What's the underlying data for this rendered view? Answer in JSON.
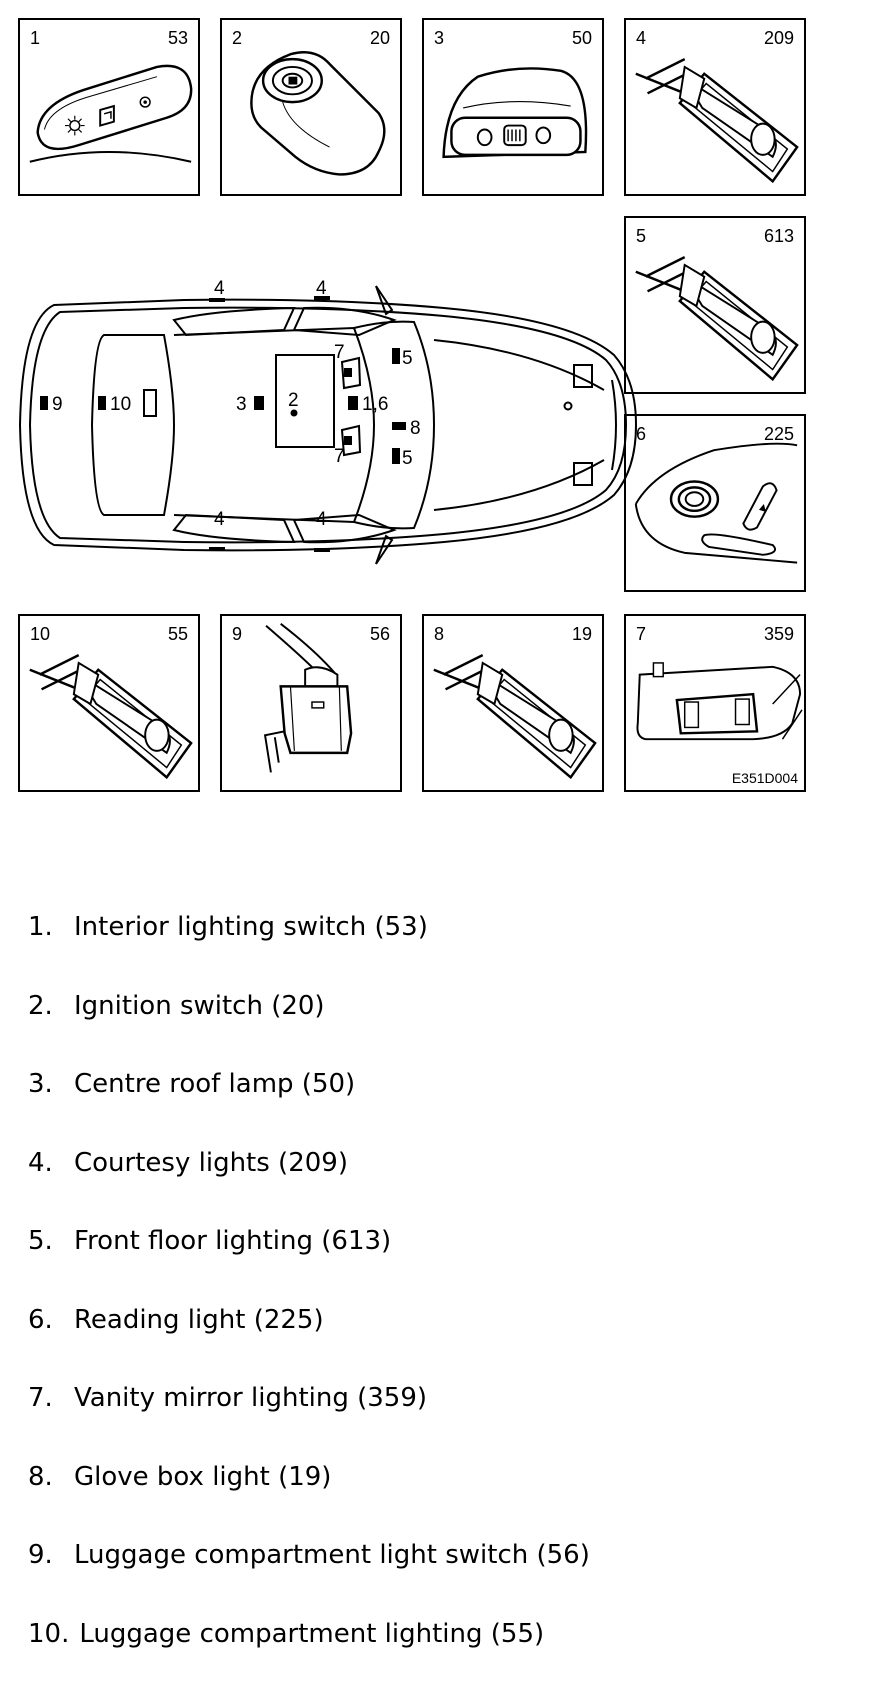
{
  "panels": [
    {
      "id": "p1",
      "num": "1",
      "code": "53"
    },
    {
      "id": "p2",
      "num": "2",
      "code": "20"
    },
    {
      "id": "p3",
      "num": "3",
      "code": "50"
    },
    {
      "id": "p4",
      "num": "4",
      "code": "209"
    },
    {
      "id": "p5",
      "num": "5",
      "code": "613"
    },
    {
      "id": "p6",
      "num": "6",
      "code": "225"
    },
    {
      "id": "p10",
      "num": "10",
      "code": "55"
    },
    {
      "id": "p9",
      "num": "9",
      "code": "56"
    },
    {
      "id": "p8",
      "num": "8",
      "code": "19"
    },
    {
      "id": "p7",
      "num": "7",
      "code": "359"
    }
  ],
  "figure_ref": "E351D004",
  "car_labels": {
    "l4a": "4",
    "l4b": "4",
    "l4c": "4",
    "l4d": "4",
    "l9": "9",
    "l10": "10",
    "l3": "3",
    "l2": "2",
    "l16": "1,6",
    "l8": "8",
    "l5a": "5",
    "l5b": "5",
    "l7a": "7",
    "l7b": "7"
  },
  "legend": [
    {
      "n": "1.",
      "text": "Interior lighting switch (53)"
    },
    {
      "n": "2.",
      "text": "Ignition switch (20)"
    },
    {
      "n": "3.",
      "text": "Centre roof lamp (50)"
    },
    {
      "n": "4.",
      "text": "Courtesy lights (209)"
    },
    {
      "n": "5.",
      "text": "Front floor lighting (613)"
    },
    {
      "n": "6.",
      "text": "Reading light (225)"
    },
    {
      "n": "7.",
      "text": "Vanity mirror lighting (359)"
    },
    {
      "n": "8.",
      "text": "Glove box light (19)"
    },
    {
      "n": "9.",
      "text": "Luggage compartment light switch (56)"
    },
    {
      "n": "10.",
      "text": "Luggage compartment lighting (55)"
    }
  ]
}
